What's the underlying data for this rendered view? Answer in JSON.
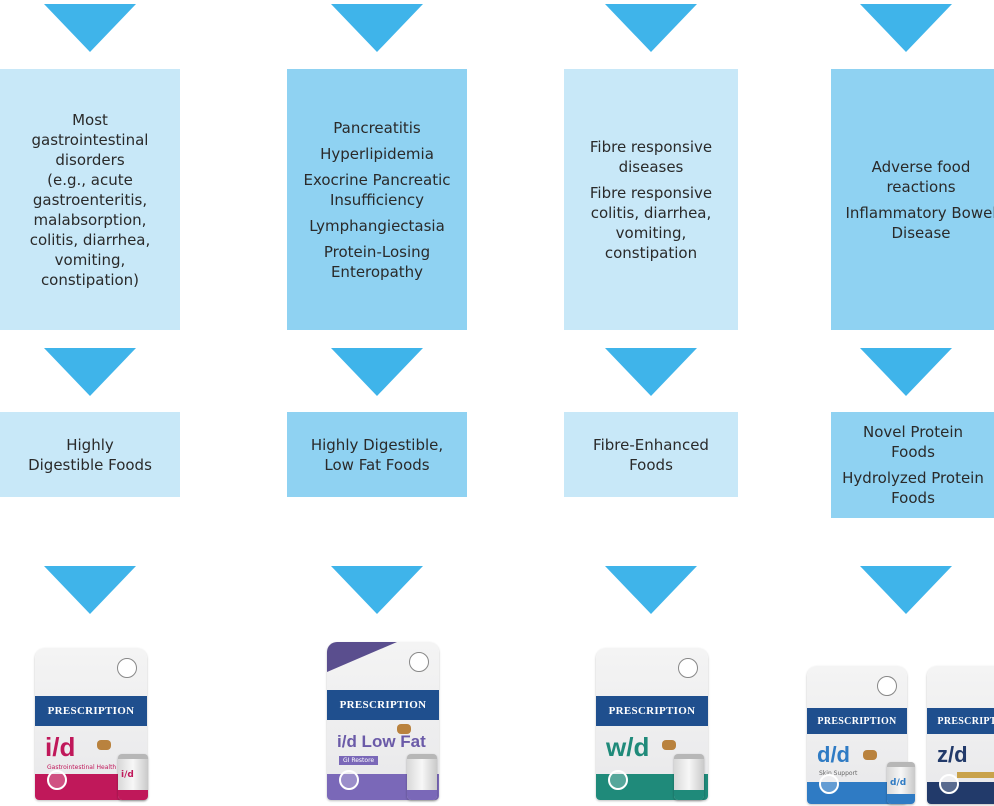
{
  "colors": {
    "arrow": "#3fb4ea",
    "box_light": "#c8e8f8",
    "box_dark": "#8fd2f2",
    "brand_blue": "#1f4f8e"
  },
  "columns": [
    {
      "conditions": [
        "Most\ngastrointestinal\ndisorders\n(e.g., acute\ngastroenteritis,\nmalabsorption,\ncolitis, diarrhea,\nvomiting,\nconstipation)"
      ],
      "food": [
        "Highly\nDigestible Foods"
      ],
      "product": {
        "bags": [
          {
            "name": "i/d",
            "name_color": "#c0185a",
            "band": "#c0185a",
            "label": "Gastrointestinal Health"
          }
        ],
        "can": {
          "name": "i/d",
          "band": "#c0185a"
        },
        "brand": "PRESCRIPTION"
      }
    },
    {
      "conditions": [
        "Pancreatitis",
        "Hyperlipidemia",
        "Exocrine Pancreatic\nInsufficiency",
        "Lymphangiectasia",
        "Protein-Losing\nEnteropathy"
      ],
      "food": [
        "Highly Digestible,\nLow Fat Foods"
      ],
      "product": {
        "bags": [
          {
            "name": "i/d Low Fat",
            "name_color": "#6a5aa8",
            "band": "#7a68b8",
            "label": "GI Restore"
          }
        ],
        "can": {
          "name": "",
          "band": "#7a68b8"
        },
        "brand": "PRESCRIPTION"
      }
    },
    {
      "conditions": [
        "Fibre responsive\ndiseases",
        "Fibre responsive\ncolitis, diarrhea,\nvomiting,\nconstipation"
      ],
      "food": [
        "Fibre-Enhanced\nFoods"
      ],
      "product": {
        "bags": [
          {
            "name": "w/d",
            "name_color": "#1f8a7a",
            "band": "#1f8a7a",
            "label": ""
          }
        ],
        "can": {
          "name": "",
          "band": "#1f8a7a"
        },
        "brand": "PRESCRIPTION"
      }
    },
    {
      "conditions": [
        "Adverse food\nreactions",
        "Inflammatory Bowel\nDisease"
      ],
      "food": [
        "Novel Protein\nFoods",
        "Hydrolyzed Protein\nFoods"
      ],
      "product": {
        "bags": [
          {
            "name": "d/d",
            "name_color": "#2f7bc4",
            "band": "#2f7bc4",
            "label": "Skin Support"
          },
          {
            "name": "z/d",
            "name_color": "#223a6a",
            "band": "#223a6a",
            "label": ""
          }
        ],
        "can": {
          "name": "d/d",
          "band": "#2f7bc4"
        },
        "brand": "PRESCRIPTION"
      }
    }
  ]
}
